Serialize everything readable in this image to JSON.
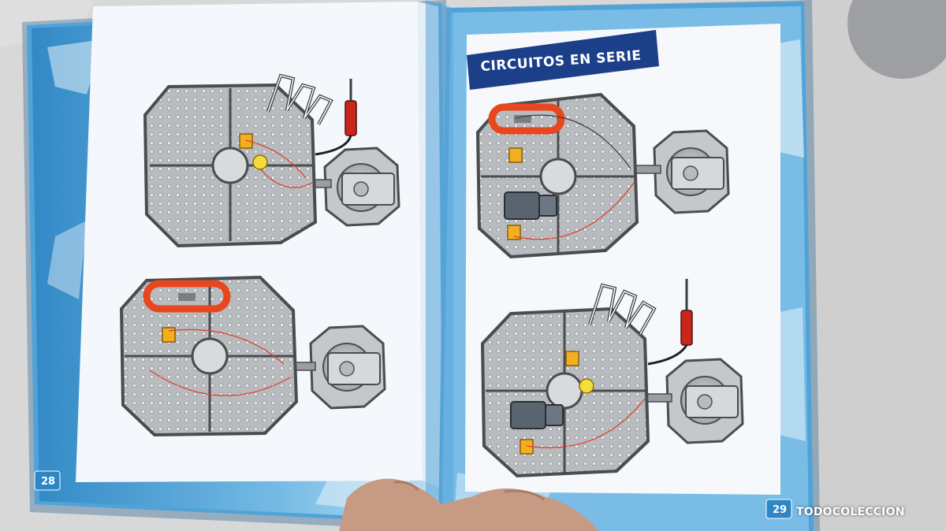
{
  "page": {
    "right_title": "CIRCUITOS EN SERIE",
    "left_page_number": "28",
    "right_page_number": "29"
  },
  "watermark": {
    "text": "TODOCOLECCION"
  },
  "colors": {
    "page_bg": "#f3f6fb",
    "frame_blue": "#4fa3d8",
    "frame_light": "#cfe7f6",
    "banner_navy": "#1c3f8a",
    "board_grey": "#b9bcbf",
    "board_edge": "#4a4d50",
    "coil_red": "#e8461e",
    "tool_red": "#c8261c",
    "switch_yellow": "#f2b01e",
    "buzzer_yellow": "#f4dc3a",
    "motor_grey": "#5a6470",
    "background_cloth": "#d9d9d9",
    "hand_skin": "#c79a84"
  },
  "diagrams": [
    {
      "id": "top-left",
      "parts": [
        "board",
        "fan-motor",
        "wire-probe",
        "buzzer",
        "switch"
      ]
    },
    {
      "id": "bottom-left",
      "parts": [
        "board",
        "fan-motor",
        "coil",
        "switch"
      ]
    },
    {
      "id": "top-right",
      "parts": [
        "board",
        "fan-motor",
        "coil",
        "motor",
        "switch"
      ]
    },
    {
      "id": "bottom-right",
      "parts": [
        "board",
        "fan-motor",
        "wire-probe",
        "buzzer",
        "motor",
        "switch"
      ]
    }
  ]
}
